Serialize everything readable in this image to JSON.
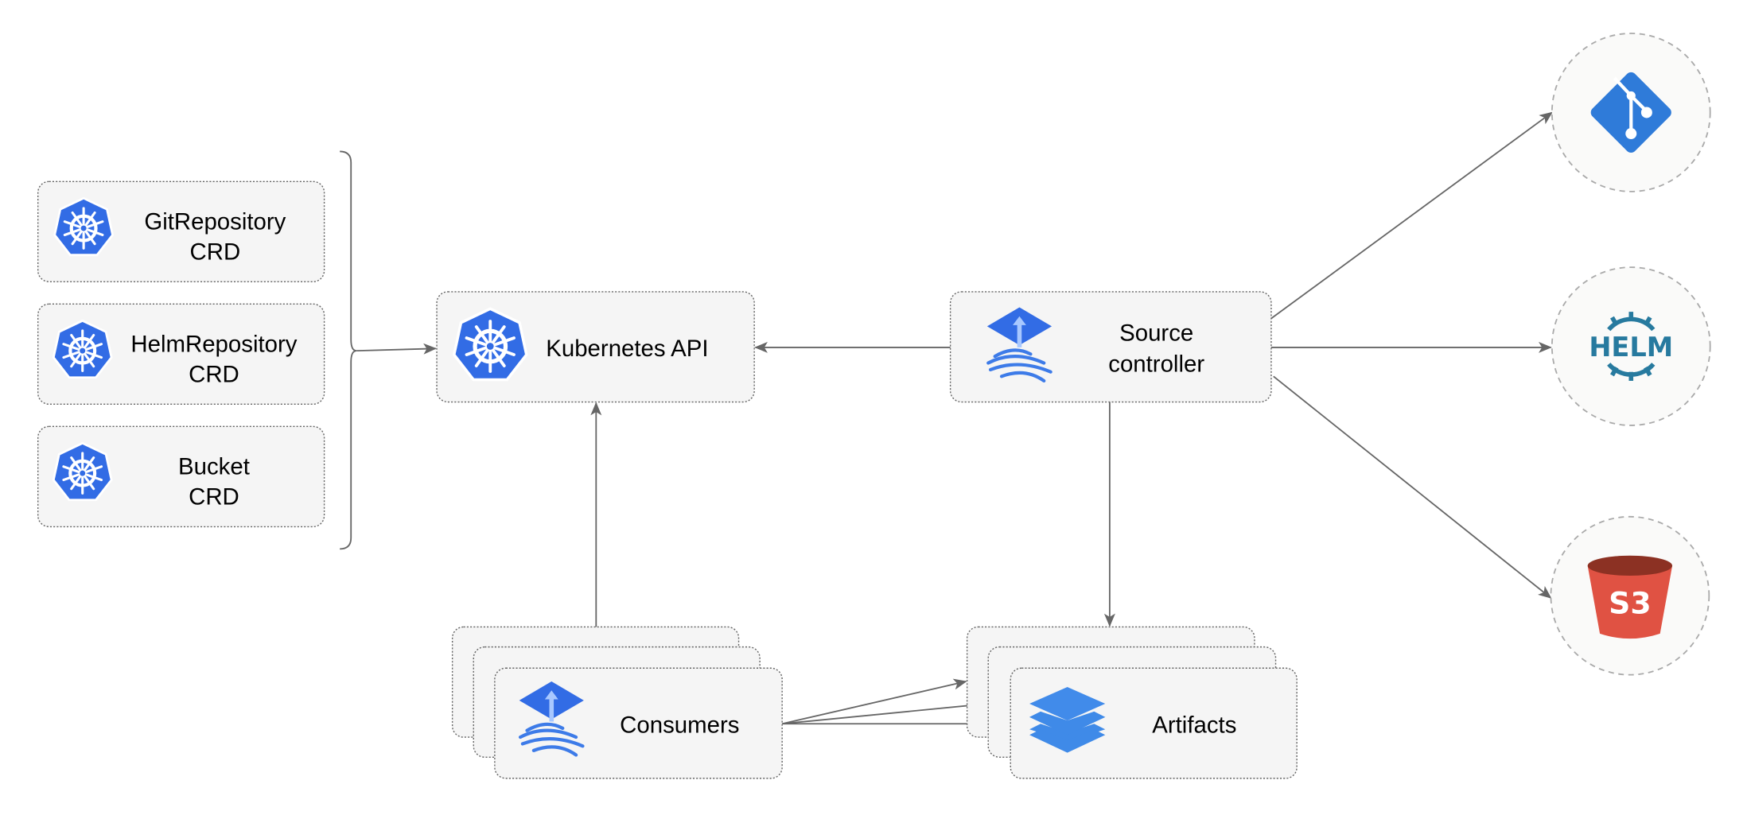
{
  "nodes": {
    "git_crd": {
      "line1": "GitRepository",
      "line2": "CRD",
      "icon": "kubernetes-icon"
    },
    "helm_crd": {
      "line1": "HelmRepository",
      "line2": "CRD",
      "icon": "kubernetes-icon"
    },
    "bucket_crd": {
      "line1": "Bucket",
      "line2": "CRD",
      "icon": "kubernetes-icon"
    },
    "k8s_api": {
      "label": "Kubernetes API",
      "icon": "kubernetes-icon"
    },
    "source_controller": {
      "line1": "Source",
      "line2": "controller",
      "icon": "flux-icon"
    },
    "consumers": {
      "label": "Consumers",
      "icon": "flux-icon"
    },
    "artifacts": {
      "label": "Artifacts",
      "icon": "layers-icon"
    },
    "git": {
      "icon": "git-icon"
    },
    "helm": {
      "label": "HELM",
      "icon": "helm-icon"
    },
    "s3": {
      "label": "S3",
      "icon": "s3-bucket-icon"
    }
  },
  "colors": {
    "kubernetes": "#326ce5",
    "flux": "#3d7be8",
    "git": "#2f7bd9",
    "helm": "#277a9f",
    "s3_body": "#e05243",
    "s3_top": "#8c3123",
    "edge": "#666666"
  }
}
